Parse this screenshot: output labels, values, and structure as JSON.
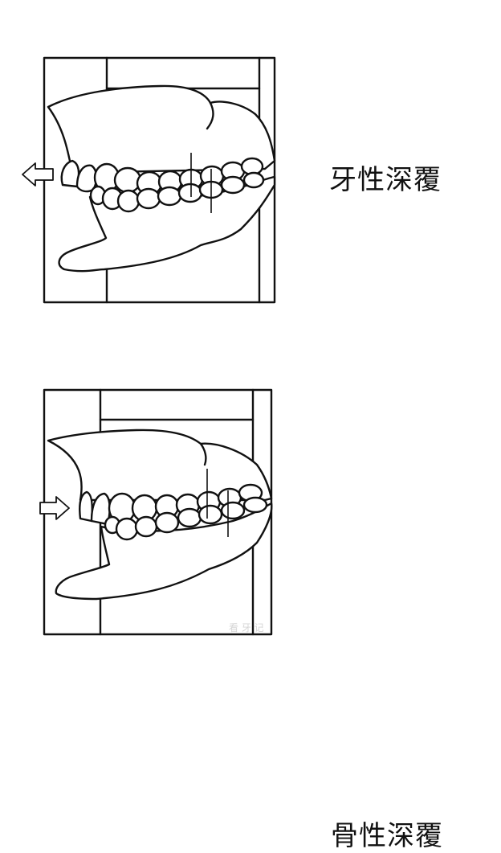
{
  "figures": [
    {
      "caption": "牙性深覆 ",
      "arrow": "left"
    },
    {
      "caption": "骨性深覆 ",
      "arrow": "right"
    }
  ],
  "watermark": "看 牙 记",
  "colors": {
    "line": "#111111",
    "background": "#ffffff"
  }
}
